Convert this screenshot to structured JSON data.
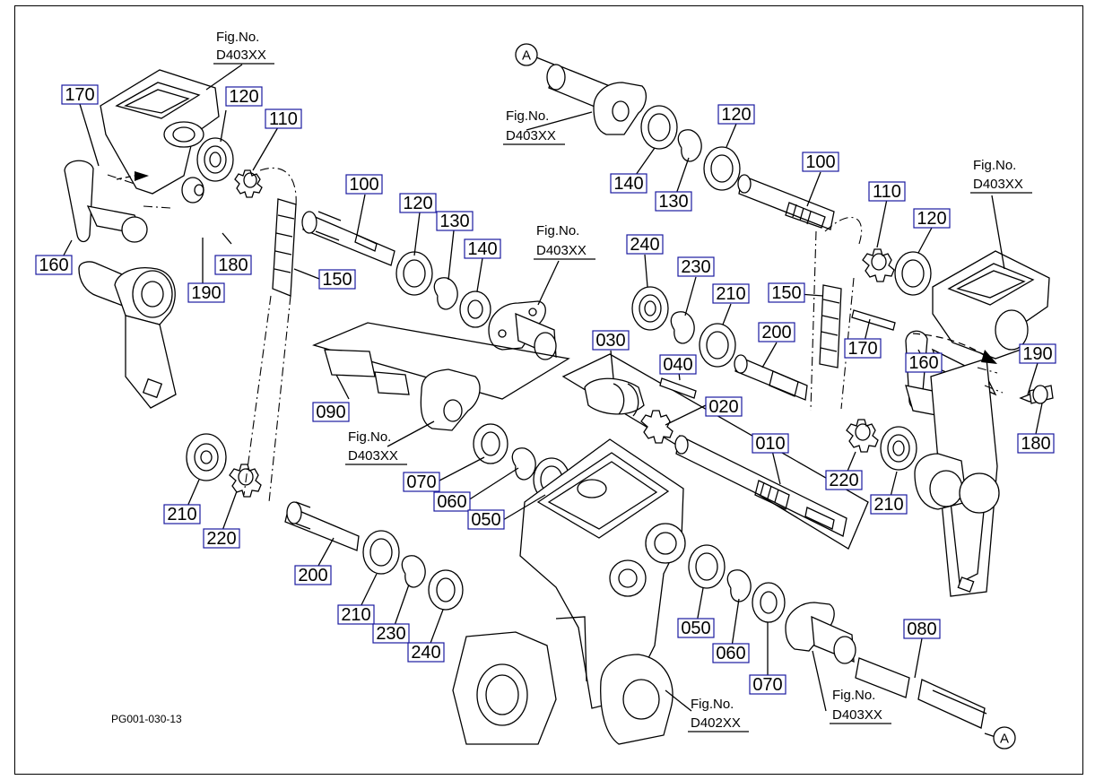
{
  "drawing_code": "PG001-030-13",
  "circle_marker": "A",
  "ref_label": "Fig.No.",
  "figure_refs": {
    "d403": "D403XX",
    "d402": "D402XX"
  },
  "parts": {
    "p010": "010",
    "p020": "020",
    "p030": "030",
    "p040": "040",
    "p050": "050",
    "p060": "060",
    "p070": "070",
    "p080": "080",
    "p090": "090",
    "p100": "100",
    "p110": "110",
    "p120": "120",
    "p130": "130",
    "p140": "140",
    "p150": "150",
    "p160": "160",
    "p170": "170",
    "p180": "180",
    "p190": "190",
    "p200": "200",
    "p210": "210",
    "p220": "220",
    "p230": "230",
    "p240": "240"
  },
  "colors": {
    "label_border": "#1a1aa0",
    "line": "#000000"
  }
}
